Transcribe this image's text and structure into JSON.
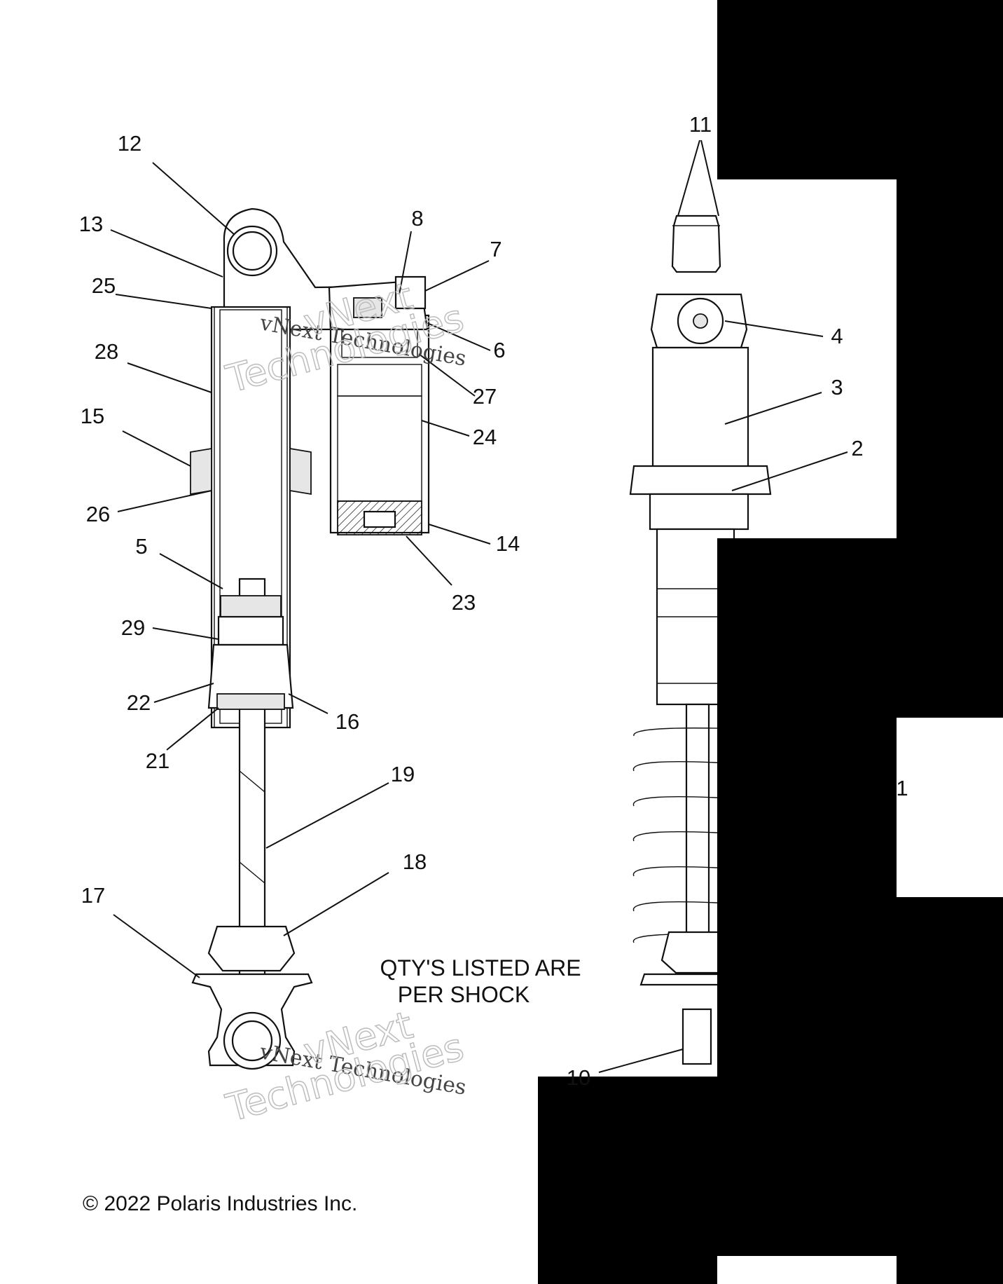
{
  "callouts": [
    {
      "id": "12",
      "label": "12"
    },
    {
      "id": "13",
      "label": "13"
    },
    {
      "id": "25",
      "label": "25"
    },
    {
      "id": "28",
      "label": "28"
    },
    {
      "id": "15",
      "label": "15"
    },
    {
      "id": "26",
      "label": "26"
    },
    {
      "id": "5",
      "label": "5"
    },
    {
      "id": "29",
      "label": "29"
    },
    {
      "id": "22",
      "label": "22"
    },
    {
      "id": "21",
      "label": "21"
    },
    {
      "id": "17",
      "label": "17"
    },
    {
      "id": "8",
      "label": "8"
    },
    {
      "id": "7",
      "label": "7"
    },
    {
      "id": "6",
      "label": "6"
    },
    {
      "id": "27",
      "label": "27"
    },
    {
      "id": "24",
      "label": "24"
    },
    {
      "id": "14",
      "label": "14"
    },
    {
      "id": "23",
      "label": "23"
    },
    {
      "id": "16",
      "label": "16"
    },
    {
      "id": "19",
      "label": "19"
    },
    {
      "id": "18",
      "label": "18"
    },
    {
      "id": "11",
      "label": "11"
    },
    {
      "id": "4",
      "label": "4"
    },
    {
      "id": "3",
      "label": "3"
    },
    {
      "id": "2",
      "label": "2"
    },
    {
      "id": "1",
      "label": "1"
    },
    {
      "id": "10",
      "label": "10"
    }
  ],
  "note": {
    "line1": "QTY'S LISTED ARE",
    "line2": "PER SHOCK"
  },
  "copyright": "© 2022 Polaris Industries Inc.",
  "watermark": {
    "line1": "vNext Technologies",
    "line2": "vNext",
    "line3": "Technologies"
  }
}
